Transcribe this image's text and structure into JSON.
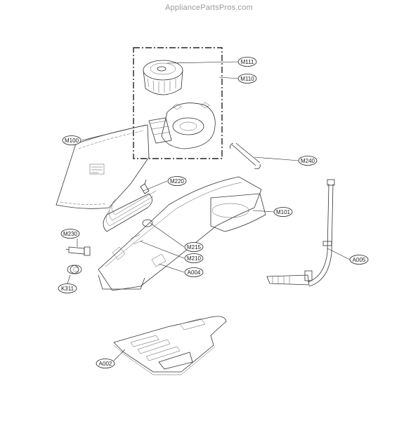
{
  "watermark": "AppliancePartsPros.com",
  "callouts": [
    {
      "id": "M111",
      "text": "M111"
    },
    {
      "id": "M110",
      "text": "M110"
    },
    {
      "id": "M100",
      "text": "M100"
    },
    {
      "id": "M240",
      "text": "M240"
    },
    {
      "id": "M220",
      "text": "M220"
    },
    {
      "id": "M101",
      "text": "M101"
    },
    {
      "id": "M230",
      "text": "M230"
    },
    {
      "id": "M215",
      "text": "M215"
    },
    {
      "id": "M210",
      "text": "M210"
    },
    {
      "id": "A004",
      "text": "A004"
    },
    {
      "id": "A005",
      "text": "A005"
    },
    {
      "id": "K311",
      "text": "K311"
    },
    {
      "id": "A002",
      "text": "A002"
    }
  ]
}
